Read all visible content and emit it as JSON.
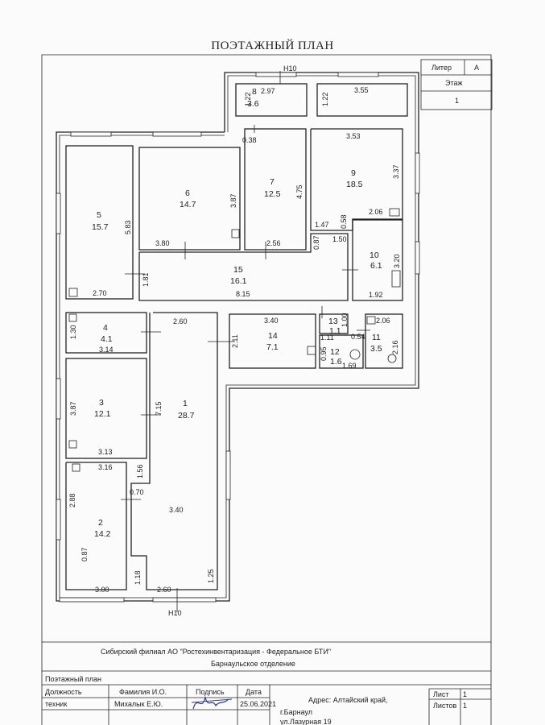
{
  "title": "ПОЭТАЖНЫЙ ПЛАН",
  "header_table": {
    "liter_label": "Литер",
    "liter_value": "А",
    "floor_label": "Этаж",
    "floor_value": "1"
  },
  "markers": {
    "top": "Н10",
    "bottom": "Н10"
  },
  "rooms": [
    {
      "num": "1",
      "area": "28.7"
    },
    {
      "num": "2",
      "area": "14.2"
    },
    {
      "num": "3",
      "area": "12.1"
    },
    {
      "num": "4",
      "area": "4.1"
    },
    {
      "num": "5",
      "area": "15.7"
    },
    {
      "num": "6",
      "area": "14.7"
    },
    {
      "num": "7",
      "area": "12.5"
    },
    {
      "num": "8",
      "area": "3.6"
    },
    {
      "num": "9",
      "area": "18.5"
    },
    {
      "num": "10",
      "area": "6.1"
    },
    {
      "num": "11",
      "area": "3.5"
    },
    {
      "num": "12",
      "area": "1.6"
    },
    {
      "num": "13",
      "area": "1.1"
    },
    {
      "num": "14",
      "area": "7.1"
    },
    {
      "num": "15",
      "area": "16.1"
    }
  ],
  "dimensions": [
    "2.97",
    "1.22",
    "1.22",
    "3.55",
    "0.38",
    "3.53",
    "3.87",
    "4.75",
    "3.37",
    "5.83",
    "3.80",
    "2.56",
    "1.47",
    "0.58",
    "2.06",
    "0.87",
    "1.50",
    "3.20",
    "1.81",
    "8.15",
    "2.70",
    "1.92",
    "2.60",
    "3.40",
    "1.00",
    "2.06",
    "1.30",
    "3.14",
    "2.11",
    "1.11",
    "0.54",
    "0.95",
    "1.69",
    "2.16",
    "3.87",
    "7.15",
    "3.13",
    "3.16",
    "1.56",
    "0.70",
    "2.88",
    "3.40",
    "0.87",
    "3.00",
    "1.18",
    "2.60",
    "1.25"
  ],
  "footer": {
    "org_line1": "Сибирский филиал АО \"Ростехинвентаризация - Федеральное БТИ\"",
    "org_line2": "Барнаульское отделение",
    "doc_title": "Поэтажный план",
    "col_position": "Должность",
    "col_name": "Фамилия И.О.",
    "col_signature": "Подпись",
    "col_date": "Дата",
    "row_position": "техник",
    "row_name": "Михалык Е.Ю.",
    "row_signature": "Mf",
    "row_date": "25.06.2021",
    "address_line1": "Адрес: Алтайский край,",
    "address_line2": "г.Барнаул",
    "address_line3": "ул.Лазурная 19",
    "sheet_label": "Лист",
    "sheet_value": "1",
    "sheets_label": "Листов",
    "sheets_value": "1"
  }
}
